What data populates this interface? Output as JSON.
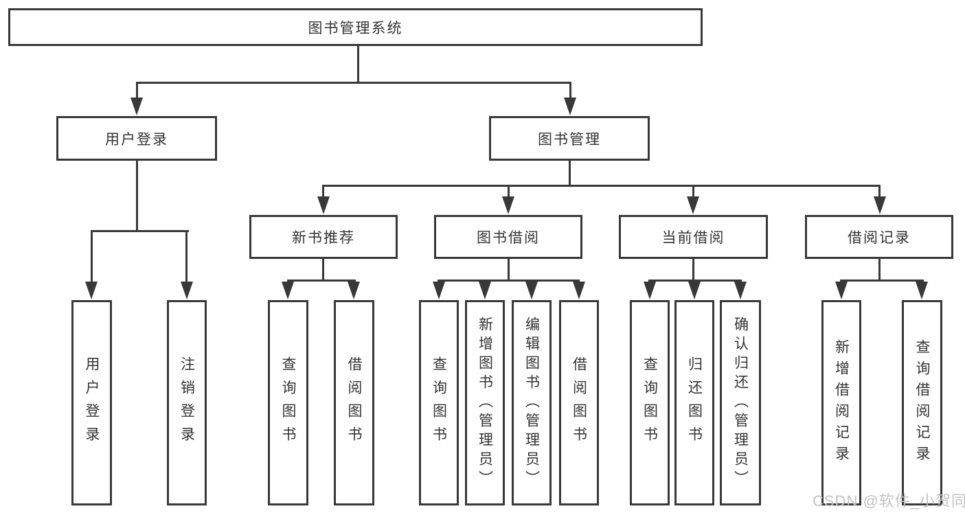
{
  "nodes": {
    "root": "图书管理系统",
    "user_login": "用户登录",
    "book_management": "图书管理",
    "new_book_recommendation": "新书推荐",
    "book_borrowing": "图书借阅",
    "current_borrowing": "当前借阅",
    "borrowing_records": "借阅记录",
    "children": {
      "user_login": [
        "用户登录",
        "注销登录"
      ],
      "new_book_recommendation": [
        "查询图书",
        "借阅图书"
      ],
      "book_borrowing": [
        "查询图书",
        "新增图书（管理员）",
        "编辑图书（管理员）",
        "借阅图书"
      ],
      "current_borrowing": [
        "查询图书",
        "归还图书",
        "确认归还（管理员）"
      ],
      "borrowing_records": [
        "新增借阅记录",
        "查询借阅记录"
      ]
    }
  },
  "watermark": "CSDN @软件_小贺同学",
  "colors": {
    "line": "#383838",
    "text": "#333333",
    "background": "#ffffff",
    "watermark": "#c2c2c2"
  }
}
